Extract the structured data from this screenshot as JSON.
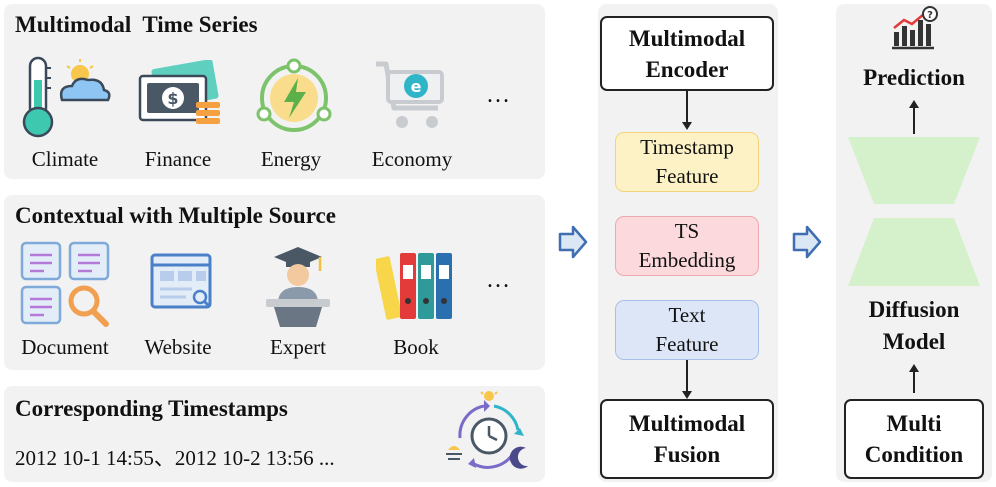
{
  "panels": {
    "time_series": {
      "title": "Multimodal  Time Series",
      "items": [
        {
          "label": "Climate",
          "icon": "thermometer-cloud-icon"
        },
        {
          "label": "Finance",
          "icon": "money-icon"
        },
        {
          "label": "Energy",
          "icon": "energy-icon"
        },
        {
          "label": "Economy",
          "icon": "shopping-cart-icon"
        }
      ],
      "more": "…"
    },
    "context": {
      "title": "Contextual with Multiple Source",
      "items": [
        {
          "label": "Document",
          "icon": "document-search-icon"
        },
        {
          "label": "Website",
          "icon": "website-icon"
        },
        {
          "label": "Expert",
          "icon": "expert-icon"
        },
        {
          "label": "Book",
          "icon": "binders-icon"
        }
      ],
      "more": "…"
    },
    "timestamps": {
      "title": "Corresponding Timestamps",
      "text": "2012 10-1 14:55、2012 10-2 13:56 ...",
      "icon": "day-night-clock-icon"
    }
  },
  "encoder": {
    "top": [
      "Multimodal",
      "Encoder"
    ],
    "features": [
      {
        "lines": [
          "Timestamp",
          "Feature"
        ],
        "fill": "#fdf2c5",
        "stroke": "#f2d47a"
      },
      {
        "lines": [
          "TS",
          "Embedding"
        ],
        "fill": "#fbd9dc",
        "stroke": "#f0a8b0"
      },
      {
        "lines": [
          "Text",
          "Feature"
        ],
        "fill": "#dce6f7",
        "stroke": "#a9c0e6"
      }
    ],
    "bottom": [
      "Multimodal",
      "Fusion"
    ]
  },
  "diffusion": {
    "prediction": "Prediction",
    "model": [
      "Diffusion",
      "Model"
    ],
    "condition": [
      "Multi",
      "Condition"
    ],
    "trapezoid_color": "#d4f1cc",
    "icon": "chart-question-icon"
  },
  "colors": {
    "panel_bg": "#f2f2f2",
    "arrow_fill": "#dbe7f5",
    "arrow_stroke": "#3f6fb0"
  }
}
